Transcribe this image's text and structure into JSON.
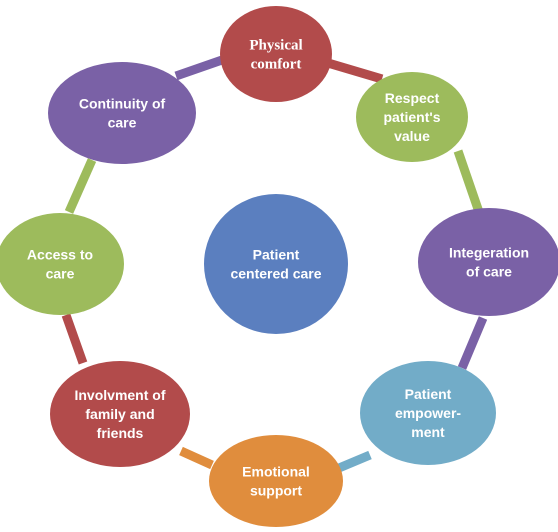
{
  "center": {
    "lines": [
      "Patient",
      "centered care"
    ],
    "color": "#5b7fbf"
  },
  "nodes": [
    {
      "id": "physical-comfort",
      "lines": [
        "Physical",
        "comfort"
      ],
      "color": "#b24b4b",
      "serif": true
    },
    {
      "id": "respect-patients-value",
      "lines": [
        "Respect",
        "patient's",
        "value"
      ],
      "color": "#9dbb5c"
    },
    {
      "id": "integration-of-care",
      "lines": [
        "Integeration",
        "of care"
      ],
      "color": "#7a61a6"
    },
    {
      "id": "patient-empowerment",
      "lines": [
        "Patient",
        "empower-",
        "ment"
      ],
      "color": "#72acc8"
    },
    {
      "id": "emotional-support",
      "lines": [
        "Emotional",
        "support"
      ],
      "color": "#e08d3d"
    },
    {
      "id": "involvement-of-family-and-friends",
      "lines": [
        "Involvment of",
        "family and",
        "friends"
      ],
      "color": "#b24b4b"
    },
    {
      "id": "access-to-care",
      "lines": [
        "Access to",
        "care"
      ],
      "color": "#9dbb5c"
    },
    {
      "id": "continuity-of-care",
      "lines": [
        "Continuity of",
        "care"
      ],
      "color": "#7a61a6"
    }
  ],
  "connectors": [
    {
      "id": "physical-to-respect",
      "color": "#b24b4b"
    },
    {
      "id": "respect-to-integration",
      "color": "#9dbb5c"
    },
    {
      "id": "integration-to-empowerment",
      "color": "#7a61a6"
    },
    {
      "id": "empowerment-to-emotional",
      "color": "#72acc8"
    },
    {
      "id": "emotional-to-family",
      "color": "#e08d3d"
    },
    {
      "id": "family-to-access",
      "color": "#b24b4b"
    },
    {
      "id": "access-to-continuity",
      "color": "#9dbb5c"
    },
    {
      "id": "continuity-to-physical",
      "color": "#7a61a6"
    }
  ]
}
